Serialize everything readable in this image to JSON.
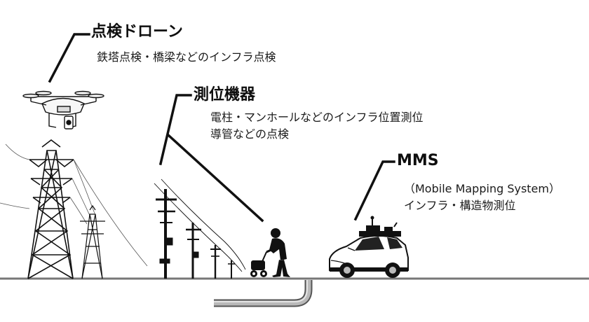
{
  "drone": {
    "title": "点検ドローン",
    "description": "鉄塔点検・橋梁などのインフラ点検",
    "icon": "drone-icon"
  },
  "survey": {
    "title": "測位機器",
    "description_lines": [
      "電柱・マンホールなどのインフラ位置測位",
      "導管などの点検"
    ],
    "icon": "person-with-survey-cart-icon"
  },
  "mms": {
    "title": "MMS",
    "description_lines": [
      "（Mobile Mapping System）",
      "インフラ・構造物測位"
    ],
    "icon": "mms-car-icon"
  },
  "colors": {
    "ink": "#111111",
    "ground": "#777777",
    "pipe": "#a8a8a8"
  }
}
